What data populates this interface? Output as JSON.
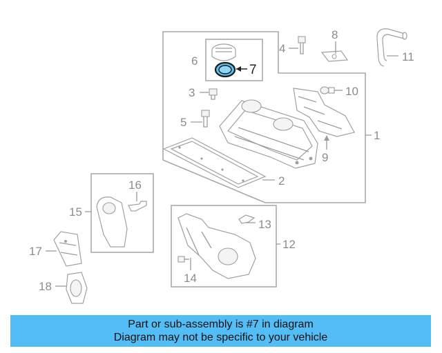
{
  "callouts": {
    "c1": "1",
    "c2": "2",
    "c3": "3",
    "c4": "4",
    "c5": "5",
    "c6": "6",
    "c7": "7",
    "c8": "8",
    "c9": "9",
    "c10": "10",
    "c11": "11",
    "c12": "12",
    "c13": "13",
    "c14": "14",
    "c15": "15",
    "c16": "16",
    "c17": "17",
    "c18": "18"
  },
  "highlight_part": "7",
  "colors": {
    "highlight_stroke": "#1a1a1a",
    "highlight_fill": "#59c0f0",
    "banner_background": "#54bdf5",
    "line_art": "#a0a0a0"
  },
  "banner": {
    "line1": "Part or sub-assembly is #7 in diagram",
    "line2": "Diagram may not be specific to your vehicle"
  }
}
